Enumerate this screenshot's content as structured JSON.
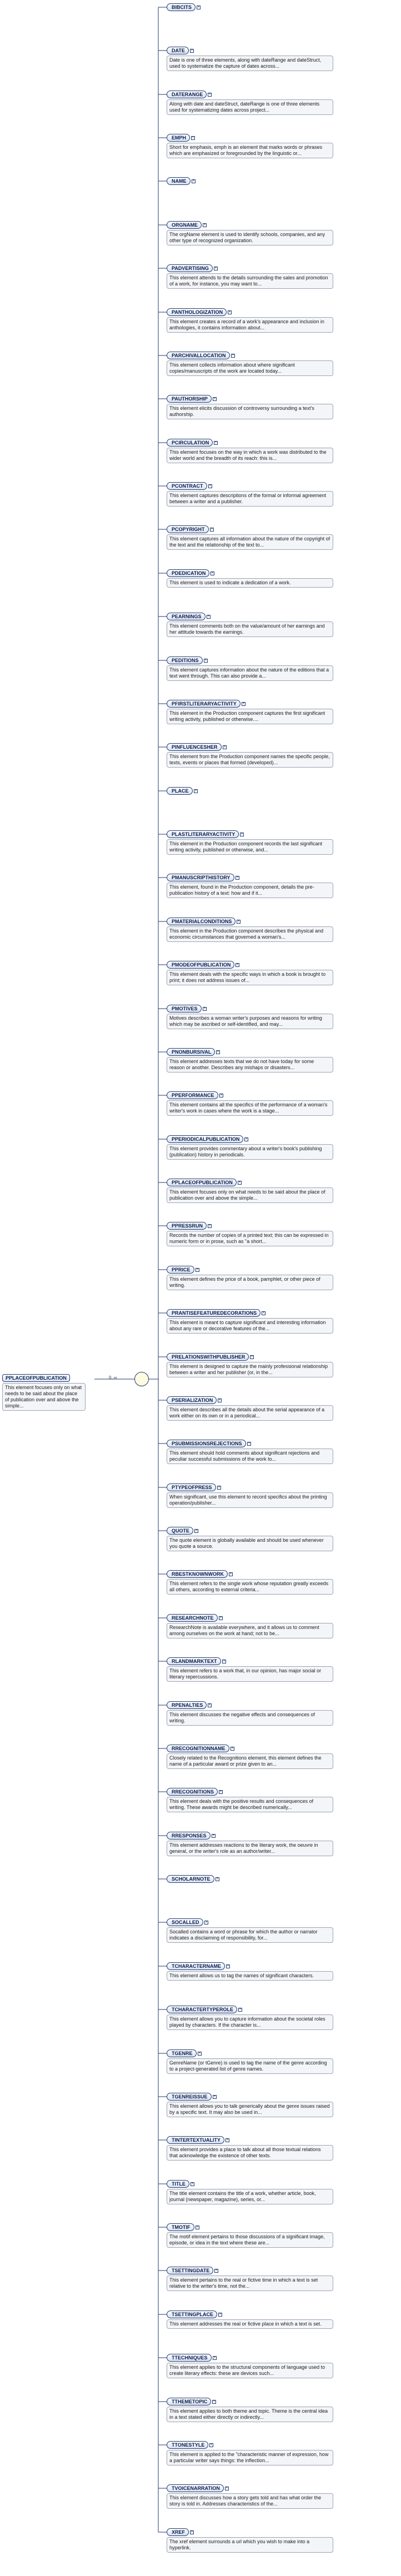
{
  "root": {
    "name": "PPLACEOFPUBLICATION",
    "doc": "This element focuses only on what needs to be said about the place of publication over and above the simple...",
    "multiplicity": "0..∞"
  },
  "elements": [
    {
      "name": "BIBCITS",
      "optional": false,
      "doc": ""
    },
    {
      "name": "DATE",
      "optional": false,
      "doc": "Date is one of three elements, along with dateRange and dateStruct, used to systematize the capture of dates across..."
    },
    {
      "name": "DATERANGE",
      "optional": false,
      "doc": "Along with date and dateStruct, dateRange is one of three elements used for systematizing dates across project..."
    },
    {
      "name": "EMPH",
      "optional": false,
      "doc": "Short for emphasis, emph is an element that marks words or phrases which are emphasized or foregrounded by the linguistic or..."
    },
    {
      "name": "NAME",
      "optional": false,
      "doc": ""
    },
    {
      "name": "ORGNAME",
      "optional": false,
      "doc": "The orgName element is used to identify schools, companies, and any other type of recognized organization."
    },
    {
      "name": "PADVERTISING",
      "optional": false,
      "doc": "This element attends to the details surrounding the sales and promotion of a work, for instance, you may want to..."
    },
    {
      "name": "PANTHOLOGIZATION",
      "optional": false,
      "doc": "This element creates a record of a work's appearance and inclusion in anthologies, it contains information about..."
    },
    {
      "name": "PARCHIVALLOCATION",
      "optional": false,
      "doc": "This element collects information about where significant copies/manuscripts of the work are located today..."
    },
    {
      "name": "PAUTHORSHIP",
      "optional": false,
      "doc": "This element elicits discussion of controversy surrounding a text's authorship."
    },
    {
      "name": "PCIRCULATION",
      "optional": false,
      "doc": "This element focuses on the way in which a work was distributed to the wider world and the breadth of its reach: this is..."
    },
    {
      "name": "PCONTRACT",
      "optional": false,
      "doc": "This element captures descriptions of the formal or informal agreement between a writer and a publisher."
    },
    {
      "name": "PCOPYRIGHT",
      "optional": false,
      "doc": "This element captures all information about the nature of the copyright of the text and the relationship of the text to..."
    },
    {
      "name": "PDEDICATION",
      "optional": false,
      "doc": "This element is used to indicate a dedication of a work."
    },
    {
      "name": "PEARNINGS",
      "optional": false,
      "doc": "This element comments both on the value/amount of her earnings and her attitude towards the earnings."
    },
    {
      "name": "PEDITIONS",
      "optional": false,
      "doc": "This element captures information about the nature of the editions that a text went through. This can also provide a..."
    },
    {
      "name": "PFIRSTLITERARYACTIVITY",
      "optional": false,
      "doc": "This element in the Production component captures the first significant writing activity, published or otherwise...."
    },
    {
      "name": "PINFLUENCESHER",
      "optional": false,
      "doc": "This element from the Production component names the specific people, texts, events or places that formed (developed)..."
    },
    {
      "name": "PLACE",
      "optional": false,
      "doc": ""
    },
    {
      "name": "PLASTLITERARYACTIVITY",
      "optional": false,
      "doc": "This element in the Production component records the last significant writing activity, published or otherwise, and..."
    },
    {
      "name": "PMANUSCRIPTHISTORY",
      "optional": false,
      "doc": "This element, found in the Production component, details the pre-publication history of a text: how and if it..."
    },
    {
      "name": "PMATERIALCONDITIONS",
      "optional": false,
      "doc": "This element in the Production component describes the physical and economic circumstances that governed a woman's..."
    },
    {
      "name": "PMODEOFPUBLICATION",
      "optional": false,
      "doc": "This element deals with the specific ways in which a book is brought to print; it does not address issues of..."
    },
    {
      "name": "PMOTIVES",
      "optional": false,
      "doc": "Motives describes a woman writer's purposes and reasons for writing which may be ascribed or self-identified, and may..."
    },
    {
      "name": "PNONBURSIVAL",
      "optional": false,
      "doc": "This element addresses texts that we do not have today for some reason or another. Describes any mishaps or disasters..."
    },
    {
      "name": "PPERFORMANCE",
      "optional": false,
      "doc": "This element contains all the specifics of the performance of a woman's writer's work in cases where the work is a stage..."
    },
    {
      "name": "PPERIODICALPUBLICATION",
      "optional": false,
      "doc": "This element provides commentary about a writer's book's publishing (publication) history in periodicals."
    },
    {
      "name": "PPLACEOFPUBLICATION",
      "optional": false,
      "doc": "This element focuses only on what needs to be said about the place of publication over and above the simple..."
    },
    {
      "name": "PPRESSRUN",
      "optional": false,
      "doc": "Records the number of copies of a printed text; this can be expressed in numeric form or in prose, such as \"a short..."
    },
    {
      "name": "PPRICE",
      "optional": false,
      "doc": "This element defines the price of a book, pamphlet, or other piece of writing."
    },
    {
      "name": "PRANTISEFEATUREDECORATIONS",
      "optional": false,
      "doc": "This element is meant to capture significant and interesting information about any rare or decorative features of the..."
    },
    {
      "name": "PRELATIONSWITHPUBLISHER",
      "optional": false,
      "doc": "This element is designed to capture the mainly professional relationship between a writer and her publisher (or, in the..."
    },
    {
      "name": "PSERIALIZATION",
      "optional": false,
      "doc": "This element describes all the details about the serial appearance of a work either on its own or in a periodical..."
    },
    {
      "name": "PSUBMISSIONSREJECTIONS",
      "optional": false,
      "doc": "This element should hold comments about significant rejections and peculiar successful submissions of the work to..."
    },
    {
      "name": "PTYPEOFPRESS",
      "optional": false,
      "doc": "When significant, use this element to record specifics about the printing operation/publisher..."
    },
    {
      "name": "QUOTE",
      "optional": false,
      "doc": "The quote element is globally available and should be used whenever you quote a source."
    },
    {
      "name": "RBESTKNOWNWORK",
      "optional": false,
      "doc": "This element refers to the single work whose reputation greatly exceeds all others, according to external criteria..."
    },
    {
      "name": "RESEARCHNOTE",
      "optional": false,
      "doc": "ResearchNote is available everywhere, and it allows us to comment among ourselves on the work at hand; not to be..."
    },
    {
      "name": "RLANDMARKTEXT",
      "optional": false,
      "doc": "This element refers to a work that, in our opinion, has major social or literary repercussions."
    },
    {
      "name": "RPENALTIES",
      "optional": false,
      "doc": "This element discusses the negative effects and consequences of writing."
    },
    {
      "name": "RRECOGNITIONNAME",
      "optional": false,
      "doc": "Closely related to the Recognitions element, this element defines the name of a particular award or prize given to an..."
    },
    {
      "name": "RRECOGNITIONS",
      "optional": false,
      "doc": "This element deals with the positive results and consequences of writing. These awards might be described numerically..."
    },
    {
      "name": "RRESPONSES",
      "optional": false,
      "doc": "This element addresses reactions to the literary work, the oeuvre in general, or the writer's role as an author/writer..."
    },
    {
      "name": "SCHOLARNOTE",
      "optional": false,
      "doc": ""
    },
    {
      "name": "SOCALLED",
      "optional": false,
      "doc": "Socalled contains a word or phrase for which the author or narrator indicates a disclaiming of responsibility, for..."
    },
    {
      "name": "TCHARACTERNAME",
      "optional": false,
      "doc": "This element allows us to tag the names of significant characters."
    },
    {
      "name": "TCHARACTERTYPEROLE",
      "optional": false,
      "doc": "This element allows you to capture information about the societal roles played by characters. If the character is..."
    },
    {
      "name": "TGENRE",
      "optional": false,
      "doc": "GenreName (or tGenre) is used to tag the name of the genre according to a project-generated list of genre names."
    },
    {
      "name": "TGENREISSUE",
      "optional": false,
      "doc": "This element allows you to talk generically about the genre issues raised by a specific text. It may also be used in..."
    },
    {
      "name": "TINTERTEXTUALITY",
      "optional": false,
      "doc": "This element provides a place to talk about all those textual relations that acknowledge the existence of other texts."
    },
    {
      "name": "TITLE",
      "optional": false,
      "doc": "The title element contains the title of a work, whether article, book, journal (newspaper, magazine), series, or..."
    },
    {
      "name": "TMOTIF",
      "optional": false,
      "doc": "The motif element pertains to those discussions of a significant image, episode, or idea in the text where these are..."
    },
    {
      "name": "TSETTINGDATE",
      "optional": false,
      "doc": "This element pertains to the real or fictive time in which a text is set relative to the writer's time, not the..."
    },
    {
      "name": "TSETTINGPLACE",
      "optional": false,
      "doc": "This element addresses the real or fictive place in which a text is set."
    },
    {
      "name": "TTECHNIQUES",
      "optional": false,
      "doc": "This element applies to the structural components of language used to create literary effects: these are devices such..."
    },
    {
      "name": "TTHEMETOPIC",
      "optional": false,
      "doc": "This element applies to both theme and topic. Theme is the central idea in a text stated either directly or indirectly..."
    },
    {
      "name": "TTONESTYLE",
      "optional": false,
      "doc": "This element is applied to the \"characteristic manner of expression, how a particular writer says things: the inflection..."
    },
    {
      "name": "TVOICENARRATION",
      "optional": false,
      "doc": "This element discusses how a story gets told and has what order the story is told in. Addresses characteristics of the..."
    },
    {
      "name": "XREF",
      "optional": false,
      "doc": "The xref element surrounds a url which you wish to make into a hyperlink."
    }
  ]
}
